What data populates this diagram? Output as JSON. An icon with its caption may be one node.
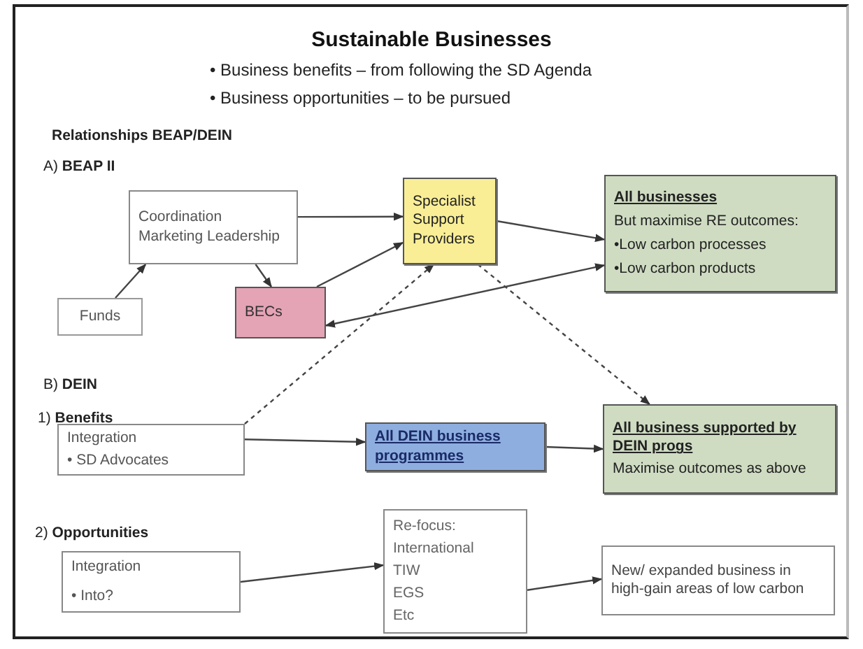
{
  "diagram": {
    "title": "Sustainable Businesses",
    "nodes": [
      {
        "text": [
          "Coordination Marketing Leadership"
        ]
      },
      {
        "text": [
          "Specialist Support Providers"
        ]
      },
      {
        "text": [
          "All businesses",
          "But maximise RE outcomes:",
          "•Low carbon processes",
          "•Low carbon products"
        ]
      },
      {
        "text": [
          "Funds"
        ]
      },
      {
        "text": [
          "BECs"
        ]
      },
      {
        "text": [
          "Integration",
          "• SD Advocates"
        ]
      },
      {
        "text": [
          "All DEIN business programmes"
        ]
      },
      {
        "text": [
          "All business supported by DEIN progs",
          "Maximise outcomes as above"
        ]
      },
      {
        "text": [
          "Integration",
          "• Into?"
        ]
      },
      {
        "text": [
          "Re-focus:",
          "International",
          "TIW",
          "EGS",
          "Etc"
        ]
      },
      {
        "text": [
          "New/ expanded business in high-gain areas of low carbon"
        ]
      }
    ],
    "edges": [
      {
        "from": 0,
        "to": 1,
        "arrow": "to"
      },
      {
        "from": 1,
        "to": 2,
        "arrow": "to"
      },
      {
        "from": 3,
        "to": 0,
        "arrow": "to"
      },
      {
        "from": 0,
        "to": 4,
        "arrow": "to"
      },
      {
        "from": 4,
        "to": 1,
        "arrow": "to"
      },
      {
        "from": 4,
        "to": 2,
        "arrow": "both"
      },
      {
        "from": 5,
        "to": 1,
        "arrow": "to",
        "style": "dashed"
      },
      {
        "from": 1,
        "to": 7,
        "arrow": "to",
        "style": "dashed"
      },
      {
        "from": 5,
        "to": 6,
        "arrow": "to"
      },
      {
        "from": 6,
        "to": 7,
        "arrow": "to"
      },
      {
        "from": 8,
        "to": 9,
        "arrow": "to"
      },
      {
        "from": 9,
        "to": 10,
        "arrow": "to"
      }
    ],
    "labels": [
      "• Business benefits – from following the SD Agenda",
      "• Business opportunities – to be pursued",
      "**Relationships BEAP/DEIN**",
      "A) **BEAP II**",
      "B) **DEIN**",
      "1) **Benefits**",
      "2) **Opportunities**"
    ]
  }
}
